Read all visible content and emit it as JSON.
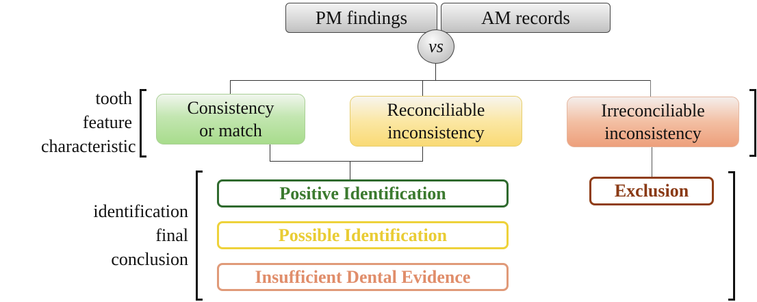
{
  "top": {
    "left_box": "PM findings",
    "right_box": "AM records",
    "versus": "vs"
  },
  "categories": {
    "side_label": [
      "tooth",
      "feature",
      "characteristic"
    ],
    "items": [
      {
        "line1": "Consistency",
        "line2": "or match",
        "color": "#a8dc8c"
      },
      {
        "line1": "Reconciliable",
        "line2": "inconsistency",
        "color": "#f9da75"
      },
      {
        "line1": "Irreconciliable",
        "line2": "inconsistency",
        "color": "#ed9f7b"
      }
    ]
  },
  "conclusions": {
    "side_label": [
      "identification",
      "final",
      "conclusion"
    ],
    "items": [
      {
        "label": "Positive Identification",
        "color": "#3b7a2f"
      },
      {
        "label": "Possible Identification",
        "color": "#e9cc34"
      },
      {
        "label": "Insufficient Dental Evidence",
        "color": "#e08d6a"
      },
      {
        "label": "Exclusion",
        "color": "#8a3a15"
      }
    ]
  }
}
